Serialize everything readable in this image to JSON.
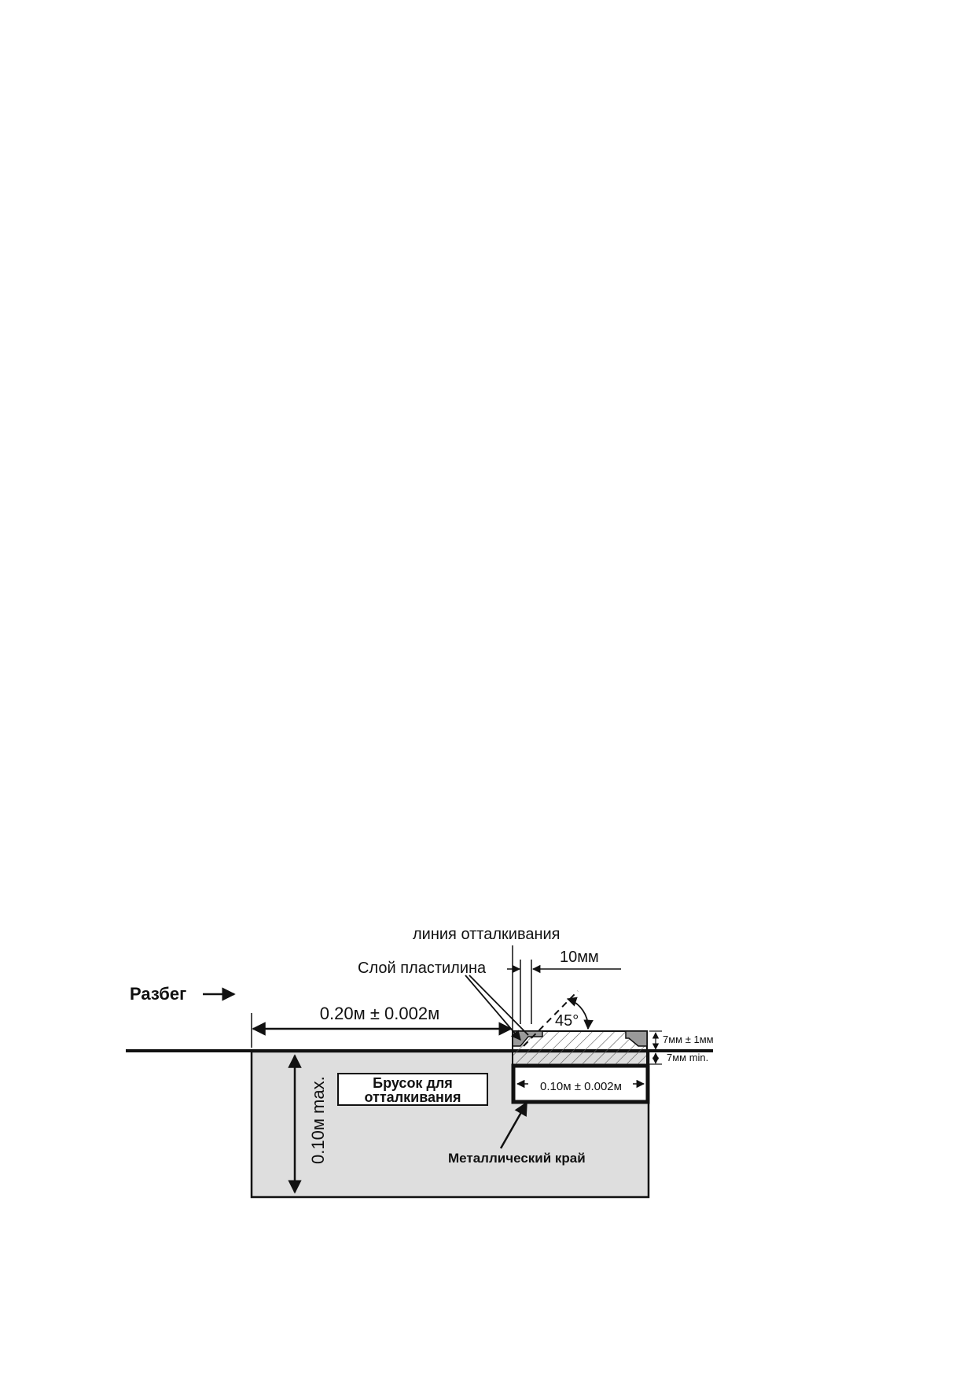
{
  "diagram": {
    "labels": {
      "runup": "Разбег",
      "takeoff_line": "линия отталкивания",
      "plasticine_layer": "Слой пластилина",
      "dim_10mm": "10мм",
      "dim_020": "0.20м ± 0.002м",
      "angle": "45°",
      "dim_7mm_pm": "7мм ± 1мм",
      "dim_7mm_min": "7мм min.",
      "takeoff_board_line1": "Брусок для",
      "takeoff_board_line2": "отталкивания",
      "dim_010_board": "0.10м ± 0.002м",
      "dim_010_max": "0.10м max.",
      "metal_edge": "Металлический край"
    },
    "colors": {
      "box_fill": "#dedede",
      "line": "#111111",
      "plasticine_fill": "#f2f2f2"
    }
  }
}
